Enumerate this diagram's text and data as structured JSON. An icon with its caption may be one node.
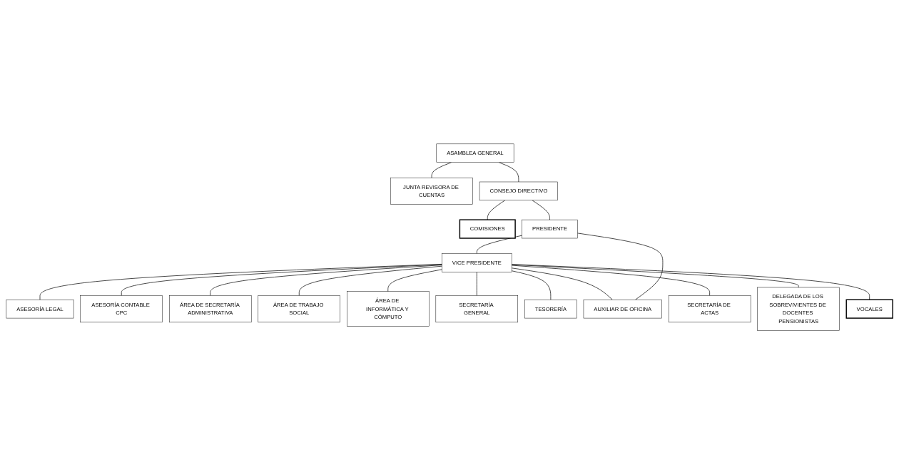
{
  "diagram": {
    "nodes": [
      {
        "text": [
          "ASAMBLEA GENERAL"
        ]
      },
      {
        "text": [
          "JUNTA REVISORA DE CUENTAS"
        ]
      },
      {
        "text": [
          "CONSEJO DIRECTIVO"
        ]
      },
      {
        "text": [
          "COMISIONES"
        ]
      },
      {
        "text": [
          "PRESIDENTE"
        ]
      },
      {
        "text": [
          "VICE PRESIDENTE"
        ]
      },
      {
        "text": [
          "ÁREA DE SECRETARÍA ADMINISTRATIVA"
        ]
      },
      {
        "text": [
          "ASESORÍA LEGAL"
        ]
      },
      {
        "text": [
          "ÁREA DE TRABAJO SOCIAL"
        ]
      },
      {
        "text": [
          "ÁREA DE INFORMÁTICA Y CÓMPUTO"
        ]
      },
      {
        "text": [
          "ASESORÍA CONTABLE CPC"
        ]
      },
      {
        "text": [
          "AUXILIAR DE OFICINA"
        ]
      },
      {
        "text": [
          "SECRETARÍA GENERAL"
        ]
      },
      {
        "text": [
          "TESORERÍA"
        ]
      },
      {
        "text": [
          "SECRETARÍA DE ACTAS"
        ]
      },
      {
        "text": [
          "DELEGADA DE LOS SOBREVIVIENTES DE DOCENTES PENSIONISTAS"
        ]
      },
      {
        "text": [
          "VOCALES"
        ]
      }
    ],
    "edges": [
      {
        "from": 0,
        "to": 2,
        "arrow": "none"
      },
      {
        "from": 0,
        "to": 1,
        "arrow": "none"
      },
      {
        "from": 2,
        "to": 3,
        "arrow": "none"
      },
      {
        "from": 2,
        "to": 4,
        "arrow": "none"
      },
      {
        "from": 4,
        "to": 5,
        "arrow": "none"
      },
      {
        "from": 4,
        "to": 11,
        "arrow": "none"
      },
      {
        "from": 5,
        "to": 7,
        "arrow": "none"
      },
      {
        "from": 5,
        "to": 10,
        "arrow": "none"
      },
      {
        "from": 5,
        "to": 6,
        "arrow": "none"
      },
      {
        "from": 5,
        "to": 8,
        "arrow": "none"
      },
      {
        "from": 5,
        "to": 9,
        "arrow": "none"
      },
      {
        "from": 5,
        "to": 11,
        "arrow": "none"
      },
      {
        "from": 5,
        "to": 12,
        "arrow": "none"
      },
      {
        "from": 5,
        "to": 13,
        "arrow": "none"
      },
      {
        "from": 5,
        "to": 14,
        "arrow": "none"
      },
      {
        "from": 5,
        "to": 15,
        "arrow": "none"
      },
      {
        "from": 5,
        "to": 16,
        "arrow": "none"
      }
    ]
  }
}
